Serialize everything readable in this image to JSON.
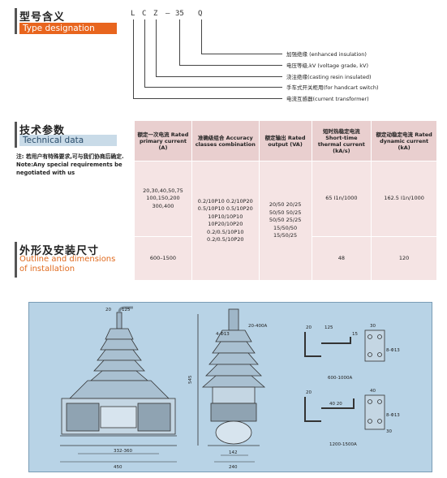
{
  "model_section": {
    "title_cn": "型号含义",
    "title_en": "Type designation",
    "code_letters": [
      "L",
      "C",
      "Z",
      "–",
      "35",
      "Q"
    ],
    "legend": [
      "加强绝缘 (enhanced insulation)",
      "电压等级,kV (voltage grade, kV)",
      "浇注绝缘(casting resin insulated)",
      "手车式开关柜用(for handcart switch)",
      "电流互感器(current transformer)"
    ]
  },
  "tech_section": {
    "title_cn": "技术参数",
    "title_en": "Technical data",
    "note": "注: 若用户有特殊要求,可与我们协商后确定. Note:Any special requirements be negotiated with us",
    "headers": [
      "额定一次电流 Rated primary current (A)",
      "准确级组合 Accuracy classes combination",
      "额定输出 Rated output (VA)",
      "短时热稳定电流 Short-time thermal current (kA/s)",
      "额定动稳定电流 Rated dynamic current (kA)"
    ],
    "rows": [
      [
        "20,30,40,50,75 100,150,200 300,400",
        "0.2/10P10 0.2/10P20 0.5/10P10 0.5/10P20 10P10/10P10 10P20/10P20 0.2/0.5/10P10 0.2/0.5/10P20",
        "20/50 20/25 50/50 50/25 50/50 25/25 15/50/50 15/50/25",
        "65 I1n/1000",
        "162.5 I1n/1000"
      ],
      [
        "600–1500",
        "",
        "",
        "48",
        "120"
      ]
    ]
  },
  "outline_section": {
    "title_cn": "外形及安装尺寸",
    "title_en_1": "Outline and dimensions",
    "title_en_2": "of installation"
  },
  "drawing": {
    "labels": {
      "d20": "20",
      "d125": "125",
      "d20_400": "20-400A",
      "d600_1000": "600-1000A",
      "d1200_1500": "1200-1500A",
      "d545": "545",
      "d450": "450",
      "d332_360": "332-360",
      "d142": "142",
      "d240": "240",
      "d15": "15",
      "d125b": "125",
      "d30": "30",
      "d40": "40",
      "d40_20": "40 20",
      "d8_13": "8-Φ13",
      "d4_13": "4-Φ13",
      "d30b": "30"
    }
  }
}
